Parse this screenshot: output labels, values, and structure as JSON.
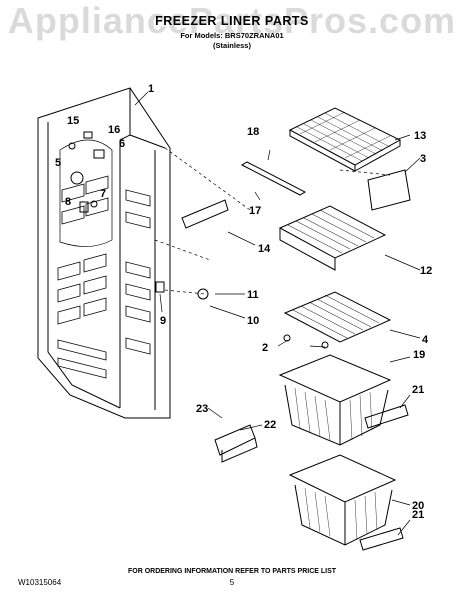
{
  "watermark": "AppliancePartsPros.com",
  "header": {
    "title": "FREEZER LINER PARTS",
    "model_line": "For Models: BRS70ZRANA01",
    "finish": "(Stainless)"
  },
  "callouts": [
    "1",
    "2",
    "3",
    "4",
    "5",
    "6",
    "7",
    "8",
    "9",
    "10",
    "11",
    "12",
    "13",
    "14",
    "15",
    "16",
    "17",
    "18",
    "19",
    "20",
    "21",
    "21",
    "22",
    "23"
  ],
  "footer": {
    "doc_number": "W10315064",
    "ordering_note": "FOR ORDERING INFORMATION REFER TO PARTS PRICE LIST",
    "page_number": "5"
  }
}
